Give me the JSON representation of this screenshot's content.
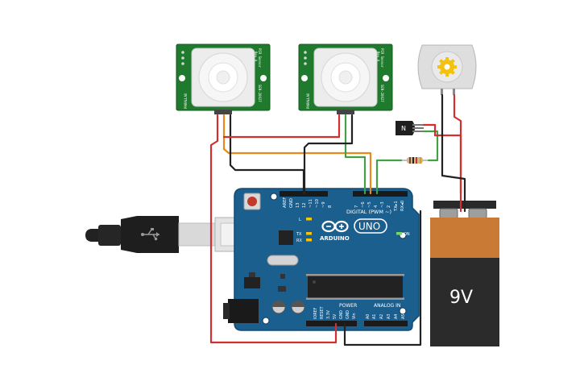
{
  "pir_labels": {
    "model": "PIR Sensor",
    "rev": "Rev A",
    "part": "SEN-28027",
    "brand": "PARALLAX"
  },
  "arduino": {
    "brand": "ARDUINO",
    "model": "UNO",
    "on_label": "ON",
    "digital_label": "DIGITAL (PWM ~)",
    "power_label": "POWER",
    "analog_label": "ANALOG IN",
    "aref": "AREF",
    "gnd": "GND",
    "d13": "13",
    "d12": "12",
    "d11": "~11",
    "d10": "~10",
    "d9": "~9",
    "d8": "8",
    "d7": "7",
    "d6": "~6",
    "d5": "~5",
    "d4": "4",
    "d3": "~3",
    "d2": "2",
    "d1": "TX▸1",
    "d0": "RX◂0",
    "l_led": "L",
    "tx_led": "TX",
    "rx_led": "RX",
    "ioref": "IOREF",
    "reset": "RESET",
    "v33": "3.3V",
    "v5": "5V",
    "gnd2": "GND",
    "gnd3": "GND",
    "vin": "Vin",
    "a0": "A0",
    "a1": "A1",
    "a2": "A2",
    "a3": "A3",
    "a4": "A4",
    "a5": "A5"
  },
  "transistor_label": "N",
  "battery_label": "9V",
  "colors": {
    "pcb_green": "#1f7a2e",
    "arduino_blue": "#1b5f8f",
    "wire_red": "#d32f2f",
    "wire_black": "#222222",
    "wire_orange": "#e8891b",
    "wire_green": "#43a047",
    "battery_orange": "#c97b35",
    "battery_black": "#2b2b2b"
  },
  "icons": [
    "usb-cable-icon",
    "motor-gear-icon"
  ]
}
